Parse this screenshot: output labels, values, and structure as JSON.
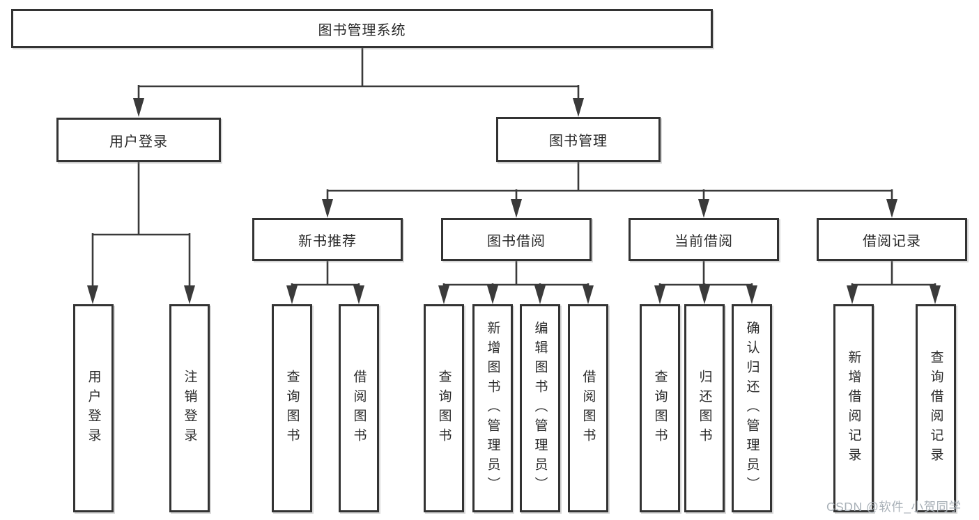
{
  "diagram": {
    "type": "hierarchy-tree",
    "nodes": {
      "root": "图书管理系统",
      "user_login": "用户登录",
      "book_mgmt": "图书管理",
      "new_book_rec": "新书推荐",
      "book_borrow": "图书借阅",
      "current_borrow": "当前借阅",
      "borrow_records": "借阅记录",
      "leaf_user_login": "用户登录",
      "leaf_logout": "注销登录",
      "rec_query_books": "查询图书",
      "rec_borrow_books": "借阅图书",
      "bor_query_books": "查询图书",
      "bor_add_books": "新增图书（管理员）",
      "bor_edit_books": "编辑图书（管理员）",
      "bor_borrow_books": "借阅图书",
      "cur_query_books": "查询图书",
      "cur_return_books": "归还图书",
      "cur_confirm_return": "确认归还（管理员）",
      "rec_add_record": "新增借阅记录",
      "rec_query_record": "查询借阅记录"
    },
    "edges": [
      [
        "root",
        "user_login"
      ],
      [
        "root",
        "book_mgmt"
      ],
      [
        "user_login",
        "leaf_user_login"
      ],
      [
        "user_login",
        "leaf_logout"
      ],
      [
        "book_mgmt",
        "new_book_rec"
      ],
      [
        "book_mgmt",
        "book_borrow"
      ],
      [
        "book_mgmt",
        "current_borrow"
      ],
      [
        "book_mgmt",
        "borrow_records"
      ],
      [
        "new_book_rec",
        "rec_query_books"
      ],
      [
        "new_book_rec",
        "rec_borrow_books"
      ],
      [
        "book_borrow",
        "bor_query_books"
      ],
      [
        "book_borrow",
        "bor_add_books"
      ],
      [
        "book_borrow",
        "bor_edit_books"
      ],
      [
        "book_borrow",
        "bor_borrow_books"
      ],
      [
        "current_borrow",
        "cur_query_books"
      ],
      [
        "current_borrow",
        "cur_return_books"
      ],
      [
        "current_borrow",
        "cur_confirm_return"
      ],
      [
        "borrow_records",
        "rec_add_record"
      ],
      [
        "borrow_records",
        "rec_query_record"
      ]
    ],
    "colors": {
      "line": "#3a3a3a",
      "box_border": "#333333",
      "box_fill": "#ffffff",
      "text": "#2b2b2b",
      "watermark": "#a9b1b8"
    }
  },
  "watermark": "CSDN @软件_小贺同学"
}
